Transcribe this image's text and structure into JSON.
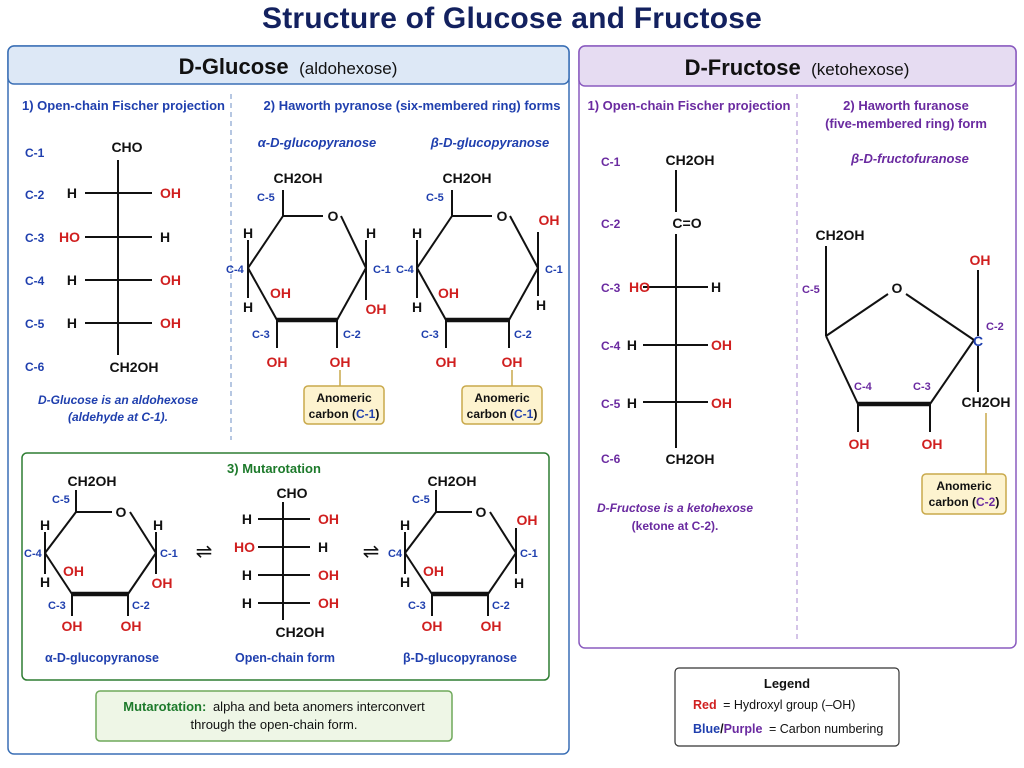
{
  "title": "Structure of Glucose and Fructose",
  "glucose_panel": {
    "name": "D-Glucose",
    "type": "(aldohexose)",
    "fischer_heading": "1) Open-chain Fischer projection",
    "haworth_heading": "2) Haworth pyranose (six-membered ring) forms",
    "alpha_name": "α-D-glucopyranose",
    "beta_name": "β-D-glucopyranose",
    "fischer_top": "CHO",
    "carbon_labels": [
      "C-1",
      "C-2",
      "C-3",
      "C-4",
      "C-5",
      "C-6"
    ],
    "fischer_rows": [
      {
        "left": "H",
        "right": "OH"
      },
      {
        "left": "HO",
        "right": "H"
      },
      {
        "left": "H",
        "right": "OH"
      },
      {
        "left": "H",
        "right": "OH"
      }
    ],
    "fischer_bottom": "CH2OH",
    "note_line1": "D-Glucose is an aldohexose",
    "note_line2": "(aldehyde at C-1).",
    "anomeric_line1": "Anomeric",
    "anomeric_line2_prefix": "carbon (",
    "anomeric_carbon": "C-1",
    "anomeric_line2_suffix": ")"
  },
  "fructose_panel": {
    "name": "D-Fructose",
    "type": "(ketohexose)",
    "fischer_heading": "1) Open-chain Fischer projection",
    "haworth_heading_line1": "2) Haworth furanose",
    "haworth_heading_line2": "(five-membered ring) form",
    "beta_name": "β-D-fructofuranose",
    "fischer_top": "CH2OH",
    "carbonyl": "C=O",
    "carbon_labels": [
      "C-1",
      "C-2",
      "C-3",
      "C-4",
      "C-5",
      "C-6"
    ],
    "fischer_rows": [
      {
        "left": "HO",
        "right": "H"
      },
      {
        "left": "H",
        "right": "OH"
      },
      {
        "left": "H",
        "right": "OH"
      }
    ],
    "fischer_bottom": "CH2OH",
    "note_line1": "D-Fructose is a ketohexose",
    "note_line2": "(ketone at C-2).",
    "anomeric_line1": "Anomeric",
    "anomeric_line2_prefix": "carbon (",
    "anomeric_carbon": "C-2",
    "anomeric_line2_suffix": ")"
  },
  "mutarotation": {
    "heading": "3) Mutarotation",
    "alpha_label": "α-D-glucopyranose",
    "open_label": "Open-chain form",
    "beta_label": "β-D-glucopyranose",
    "note_bold": "Mutarotation:",
    "note_line1": "alpha and beta anomers interconvert",
    "note_line2": "through the open-chain form."
  },
  "legend": {
    "title": "Legend",
    "red_word": "Red",
    "red_text": "= Hydroxyl group (–OH)",
    "blue_word": "Blue",
    "slash": "/",
    "purple_word": "Purple",
    "blue_text": "= Carbon numbering"
  },
  "atoms": {
    "O": "O",
    "H": "H",
    "OH": "OH",
    "HO": "HO",
    "C": "C",
    "CH2OH": "CH2OH",
    "CHO": "CHO",
    "C1": "C-1",
    "C2": "C-2",
    "C3": "C-3",
    "C4": "C-4",
    "C5": "C-5",
    "C4nodash": "C4",
    "eq": "⇌"
  },
  "colors": {
    "title": "#13215f",
    "glucose_panel_border": "#3a6fb5",
    "glucose_header_bg": "#dde8f6",
    "fructose_panel_border": "#8a5bbf",
    "fructose_header_bg": "#e6dcf2",
    "hydroxyl_red": "#d01f1f",
    "carbon_blue": "#1f3fae",
    "carbon_purple": "#6a2aa0",
    "mutarotation_green": "#2e7d32",
    "anomeric_box_bg": "#fdf3cf",
    "anomeric_box_border": "#c9a94b"
  }
}
